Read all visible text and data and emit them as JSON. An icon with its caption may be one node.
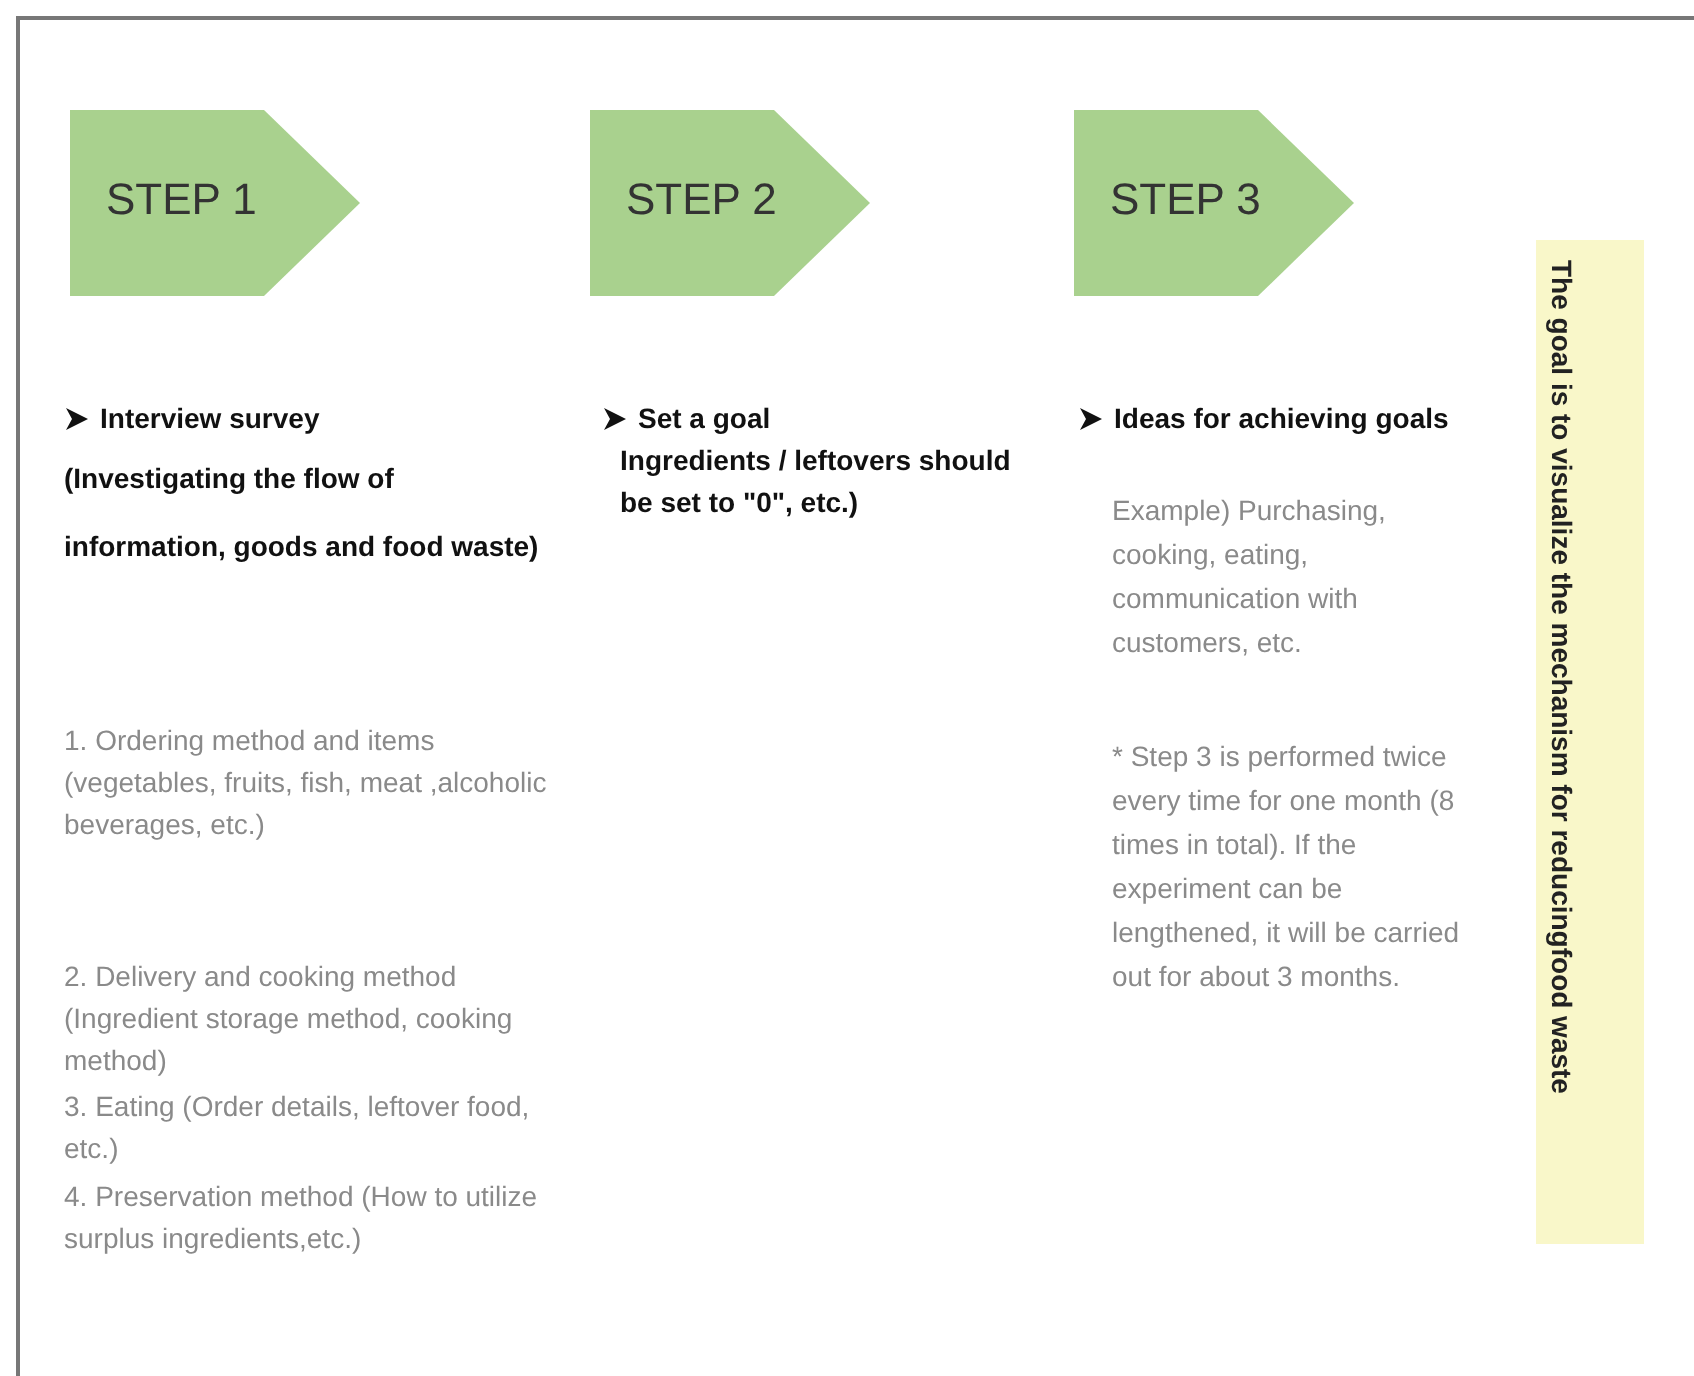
{
  "diagram": {
    "nodes": [
      {
        "text": [
          "STEP 1"
        ]
      },
      {
        "text": [
          "STEP 2"
        ]
      },
      {
        "text": [
          "STEP 3"
        ]
      },
      {
        "text": [
          "The goal is to visualize the mechanism for reducingfood waste"
        ]
      }
    ],
    "labels": [
      "Interview survey",
      "(Investigating the flow of information, goods and food waste)",
      "1. Ordering method and items (vegetables, fruits, fish, meat ,alcoholic beverages, etc.)",
      "2. Delivery and cooking method (Ingredient storage method, cooking method)",
      "3. Eating (Order details, leftover food, etc.)",
      "4. Preservation method (How to utilize surplus ingredients,etc.)",
      "Set a goal",
      "Ingredients / leftovers should be set to \"0\", etc.)",
      "Ideas for achieving goals",
      "Example) Purchasing, cooking, eating, communication with customers, etc.",
      "* Step 3 is performed twice every time for one month (8 times in total). If the experiment can be lengthened, it will be carried out for about 3 months."
    ]
  }
}
